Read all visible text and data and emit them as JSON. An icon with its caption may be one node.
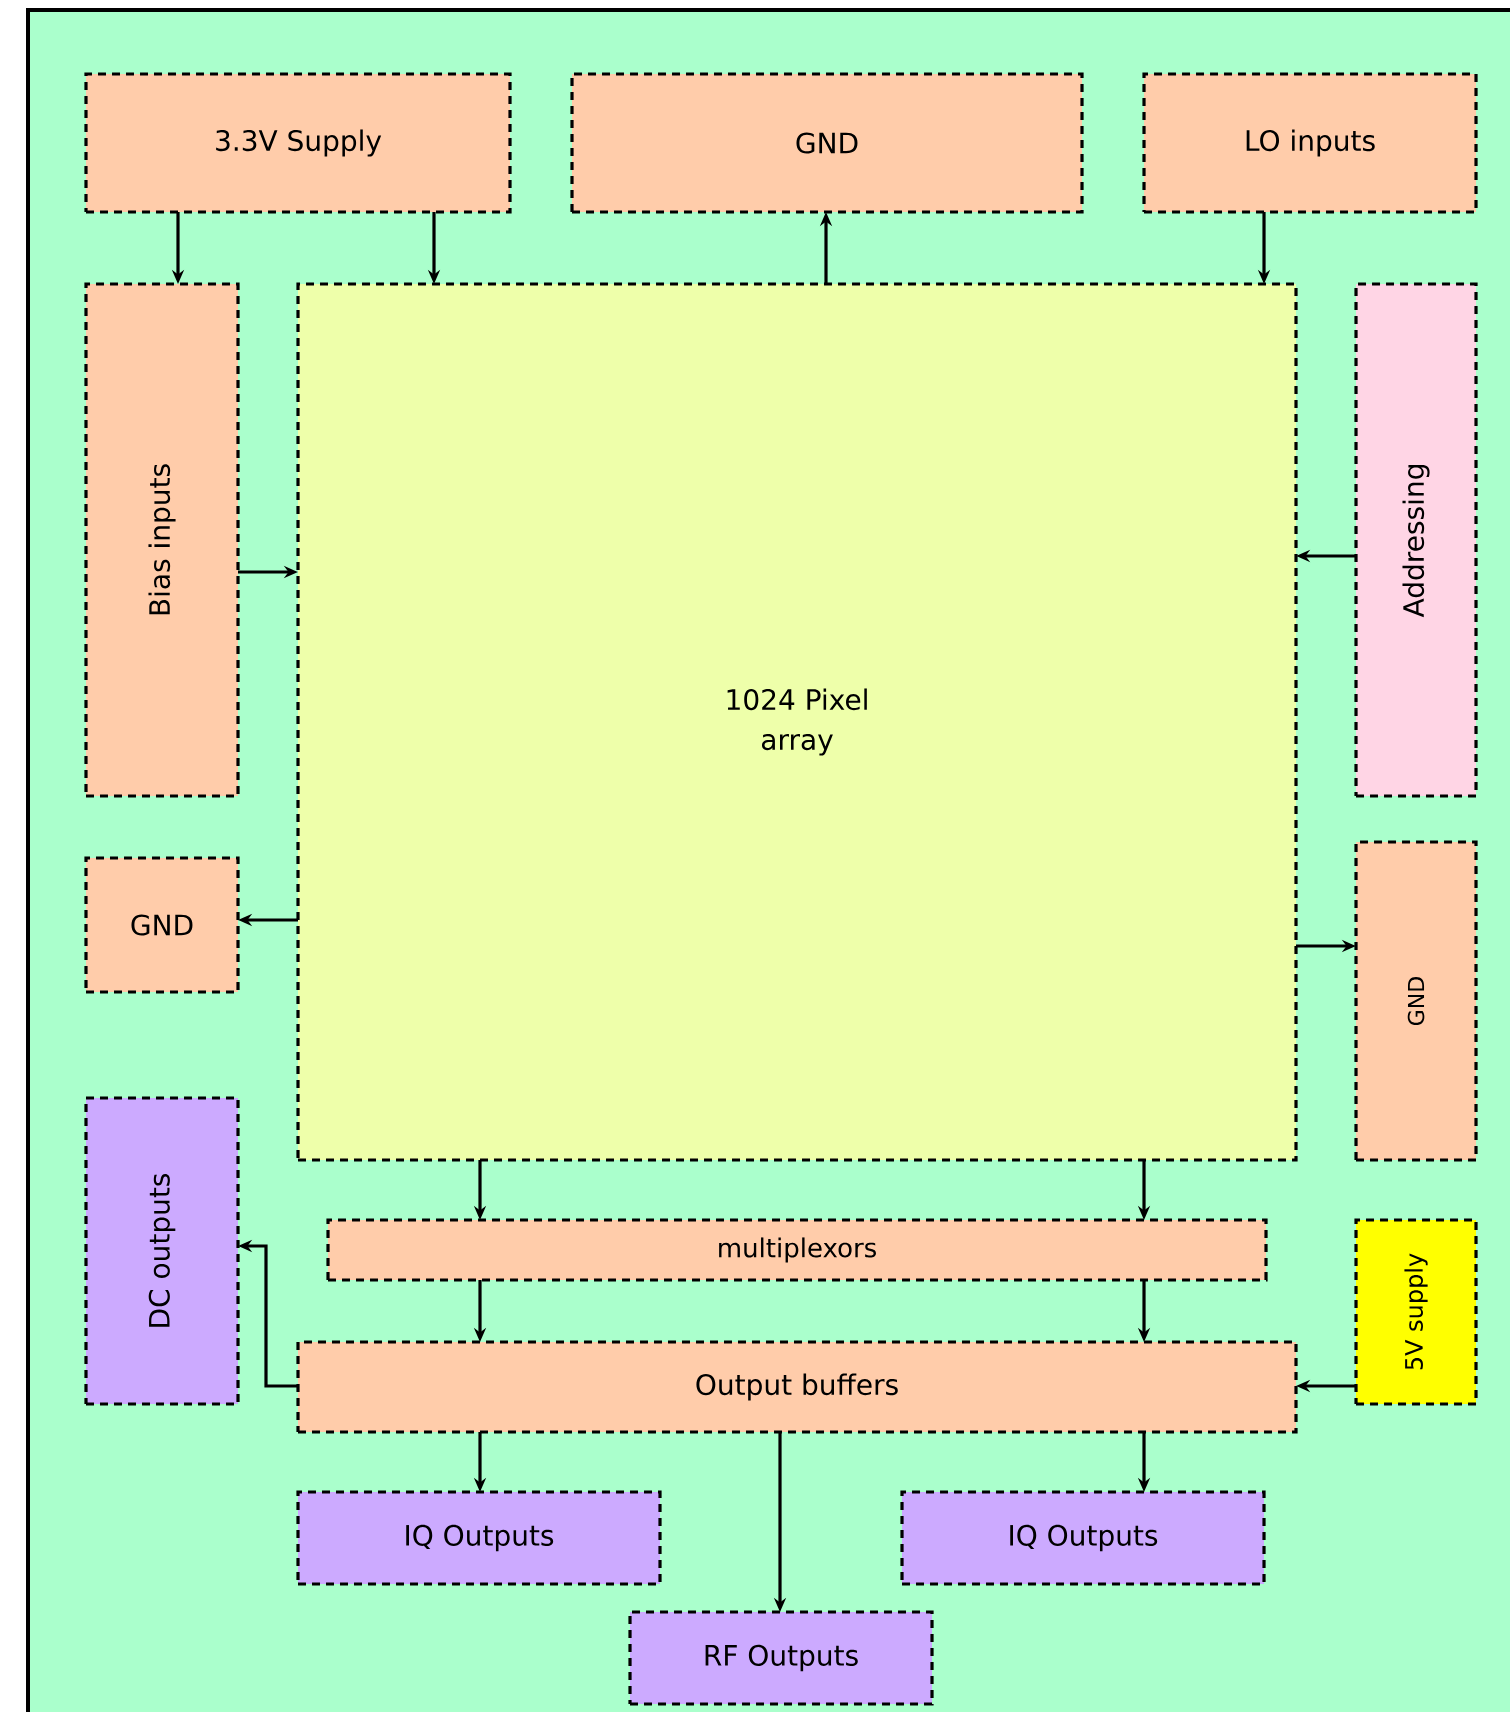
{
  "diagram": {
    "nodes": [
      {
        "text": [
          "3.3V Supply"
        ]
      },
      {
        "text": [
          "GND"
        ]
      },
      {
        "text": [
          "LO inputs"
        ]
      },
      {
        "text": [
          "Bias inputs"
        ]
      },
      {
        "text": [
          "1024 Pixel array"
        ]
      },
      {
        "text": [
          "Addressing"
        ]
      },
      {
        "text": [
          "GND"
        ]
      },
      {
        "text": [
          "GND"
        ]
      },
      {
        "text": [
          "DC outputs"
        ]
      },
      {
        "text": [
          "multiplexors"
        ]
      },
      {
        "text": [
          "5V supply"
        ]
      },
      {
        "text": [
          "Output buffers"
        ]
      },
      {
        "text": [
          "IQ Outputs"
        ]
      },
      {
        "text": [
          "IQ Outputs"
        ]
      },
      {
        "text": [
          "RF Outputs"
        ]
      }
    ],
    "edges": [
      {
        "from": 0,
        "to": 3,
        "arrow": "to"
      },
      {
        "from": 0,
        "to": 4,
        "arrow": "to"
      },
      {
        "from": 4,
        "to": 1,
        "arrow": "to"
      },
      {
        "from": 2,
        "to": 4,
        "arrow": "to"
      },
      {
        "from": 3,
        "to": 4,
        "arrow": "to"
      },
      {
        "from": 5,
        "to": 4,
        "arrow": "to"
      },
      {
        "from": 4,
        "to": 6,
        "arrow": "to"
      },
      {
        "from": 4,
        "to": 7,
        "arrow": "to"
      },
      {
        "from": 4,
        "to": 9,
        "arrow": "to"
      },
      {
        "from": 4,
        "to": 9,
        "arrow": "to"
      },
      {
        "from": 9,
        "to": 11,
        "arrow": "to"
      },
      {
        "from": 9,
        "to": 11,
        "arrow": "to"
      },
      {
        "from": 11,
        "to": 8,
        "arrow": "to"
      },
      {
        "from": 10,
        "to": 11,
        "arrow": "to"
      },
      {
        "from": 11,
        "to": 12,
        "arrow": "to"
      },
      {
        "from": 11,
        "to": 13,
        "arrow": "to"
      },
      {
        "from": 11,
        "to": 14,
        "arrow": "to"
      }
    ]
  }
}
